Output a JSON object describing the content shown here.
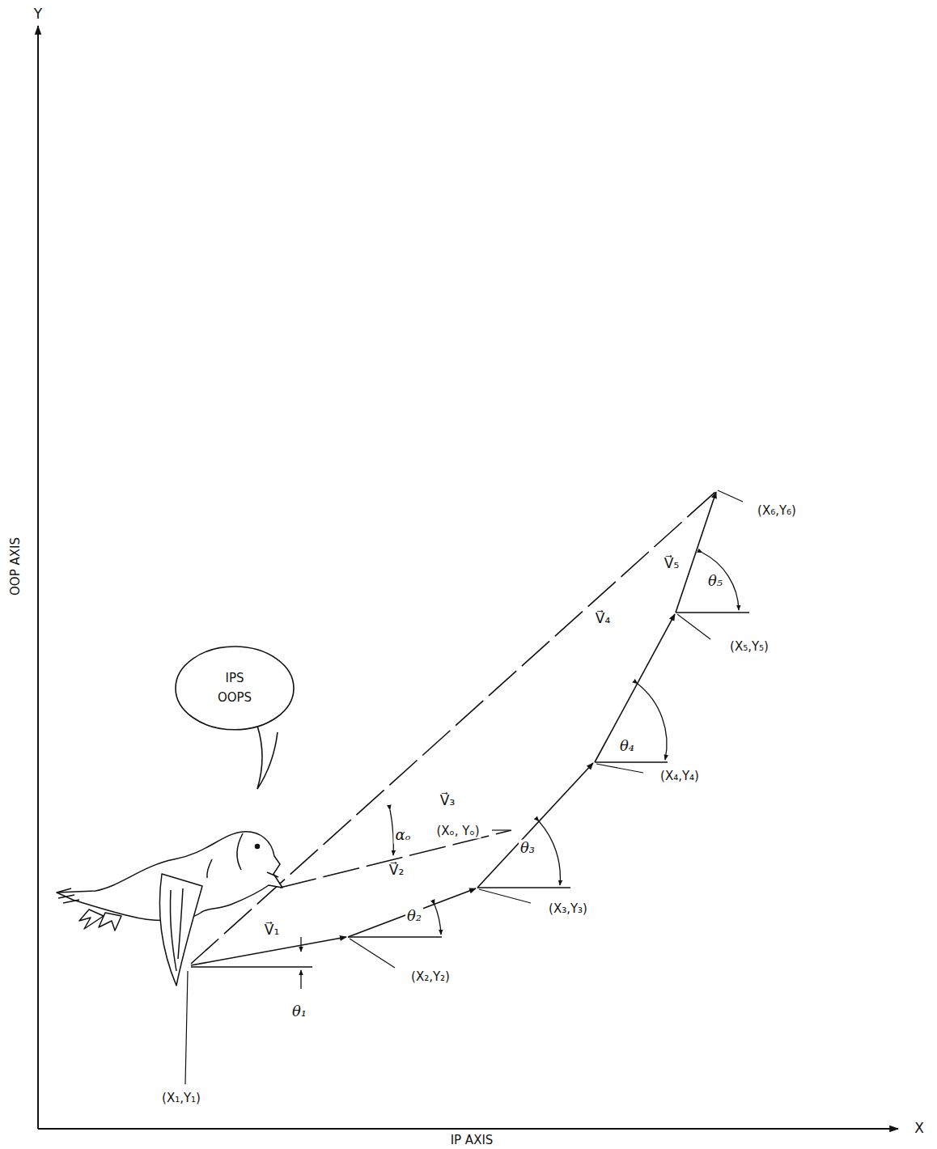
{
  "diagram": {
    "nodes": [
      {
        "text": [
          "IPS OOPS"
        ]
      }
    ],
    "labels": [
      "Y",
      "OOP AXIS",
      "X",
      "IP AXIS",
      "(X₁,Y₁)",
      "V⃗₁",
      "θ₁",
      "(X₂,Y₂)",
      "V⃗₂",
      "θ₂",
      "(X₃,Y₃)",
      "V⃗₃",
      "θ₃",
      "(X₄,Y₄)",
      "V⃗₄",
      "θ₄",
      "(X₅,Y₅)",
      "V⃗₅",
      "θ₅",
      "(X₆,Y₆)",
      "αₒ",
      "(Xₒ, Yₒ)"
    ]
  }
}
